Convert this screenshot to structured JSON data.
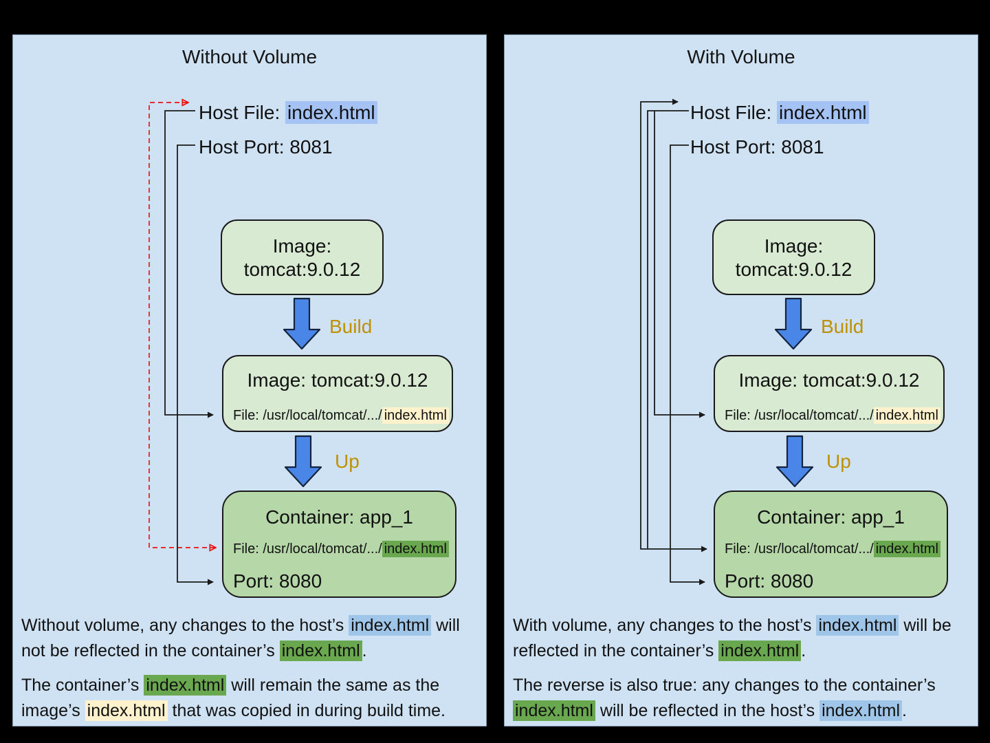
{
  "colors": {
    "page_background": "#000000",
    "panel_background": "#cfe2f3",
    "box_light_green": "#d9ead3",
    "box_medium_green": "#b6d7a8",
    "highlight_host_blue": "#a4c2f4",
    "highlight_text_blue": "#9fc5e8",
    "highlight_image_cream": "#fff2cc",
    "highlight_container_green": "#6aa84f",
    "flow_arrow_blue": "#4a86e8",
    "flow_label_gold": "#bf9000",
    "dashed_line_red": "#ee1111",
    "line_black": "#1a1a1a"
  },
  "panels": [
    {
      "title": "Without Volume",
      "host_file": [
        {
          "t": "Host File: "
        },
        {
          "t": "index.html",
          "hl": "blue"
        }
      ],
      "host_port": "Host Port: 8081",
      "image_box": {
        "line1": "Image:",
        "line2": "tomcat:9.0.12"
      },
      "build_label": "Build",
      "image2_box": {
        "title": "Image: tomcat:9.0.12",
        "file": [
          {
            "t": "File: /usr/local/tomcat/.../"
          },
          {
            "t": "index.html",
            "hl": "cream"
          }
        ]
      },
      "up_label": "Up",
      "container_box": {
        "title": "Container: app_1",
        "file": [
          {
            "t": "File: /usr/local/tomcat/.../"
          },
          {
            "t": "index.html",
            "hl": "green"
          }
        ],
        "port": "Port: 8080"
      },
      "paragraph1": [
        {
          "t": "Without volume, any changes to the host’s "
        },
        {
          "t": "index.html",
          "hl": "skyblue"
        },
        {
          "t": " will not be reflected in the container’s "
        },
        {
          "t": "index.html",
          "hl": "green"
        },
        {
          "t": "."
        }
      ],
      "paragraph2": [
        {
          "t": "The container’s "
        },
        {
          "t": "index.html",
          "hl": "green"
        },
        {
          "t": " will remain the same as the image’s "
        },
        {
          "t": "index.html",
          "hl": "cream"
        },
        {
          "t": " that was copied in during build time."
        }
      ]
    },
    {
      "title": "With Volume",
      "host_file": [
        {
          "t": "Host File: "
        },
        {
          "t": "index.html",
          "hl": "blue"
        }
      ],
      "host_port": "Host Port: 8081",
      "image_box": {
        "line1": "Image:",
        "line2": "tomcat:9.0.12"
      },
      "build_label": "Build",
      "image2_box": {
        "title": "Image: tomcat:9.0.12",
        "file": [
          {
            "t": "File: /usr/local/tomcat/.../"
          },
          {
            "t": "index.html",
            "hl": "cream"
          }
        ]
      },
      "up_label": "Up",
      "container_box": {
        "title": "Container: app_1",
        "file": [
          {
            "t": "File: /usr/local/tomcat/.../"
          },
          {
            "t": "index.html",
            "hl": "green"
          }
        ],
        "port": "Port: 8080"
      },
      "paragraph1": [
        {
          "t": "With volume, any changes to the host’s "
        },
        {
          "t": "index.html",
          "hl": "skyblue"
        },
        {
          "t": " will be reflected in the container’s "
        },
        {
          "t": "index.html",
          "hl": "green"
        },
        {
          "t": "."
        }
      ],
      "paragraph2": [
        {
          "t": "The reverse is also true: any changes to the container’s "
        },
        {
          "t": "index.html",
          "hl": "green"
        },
        {
          "t": " will be reflected in the host’s "
        },
        {
          "t": "index.html",
          "hl": "skyblue"
        },
        {
          "t": "."
        }
      ]
    }
  ]
}
